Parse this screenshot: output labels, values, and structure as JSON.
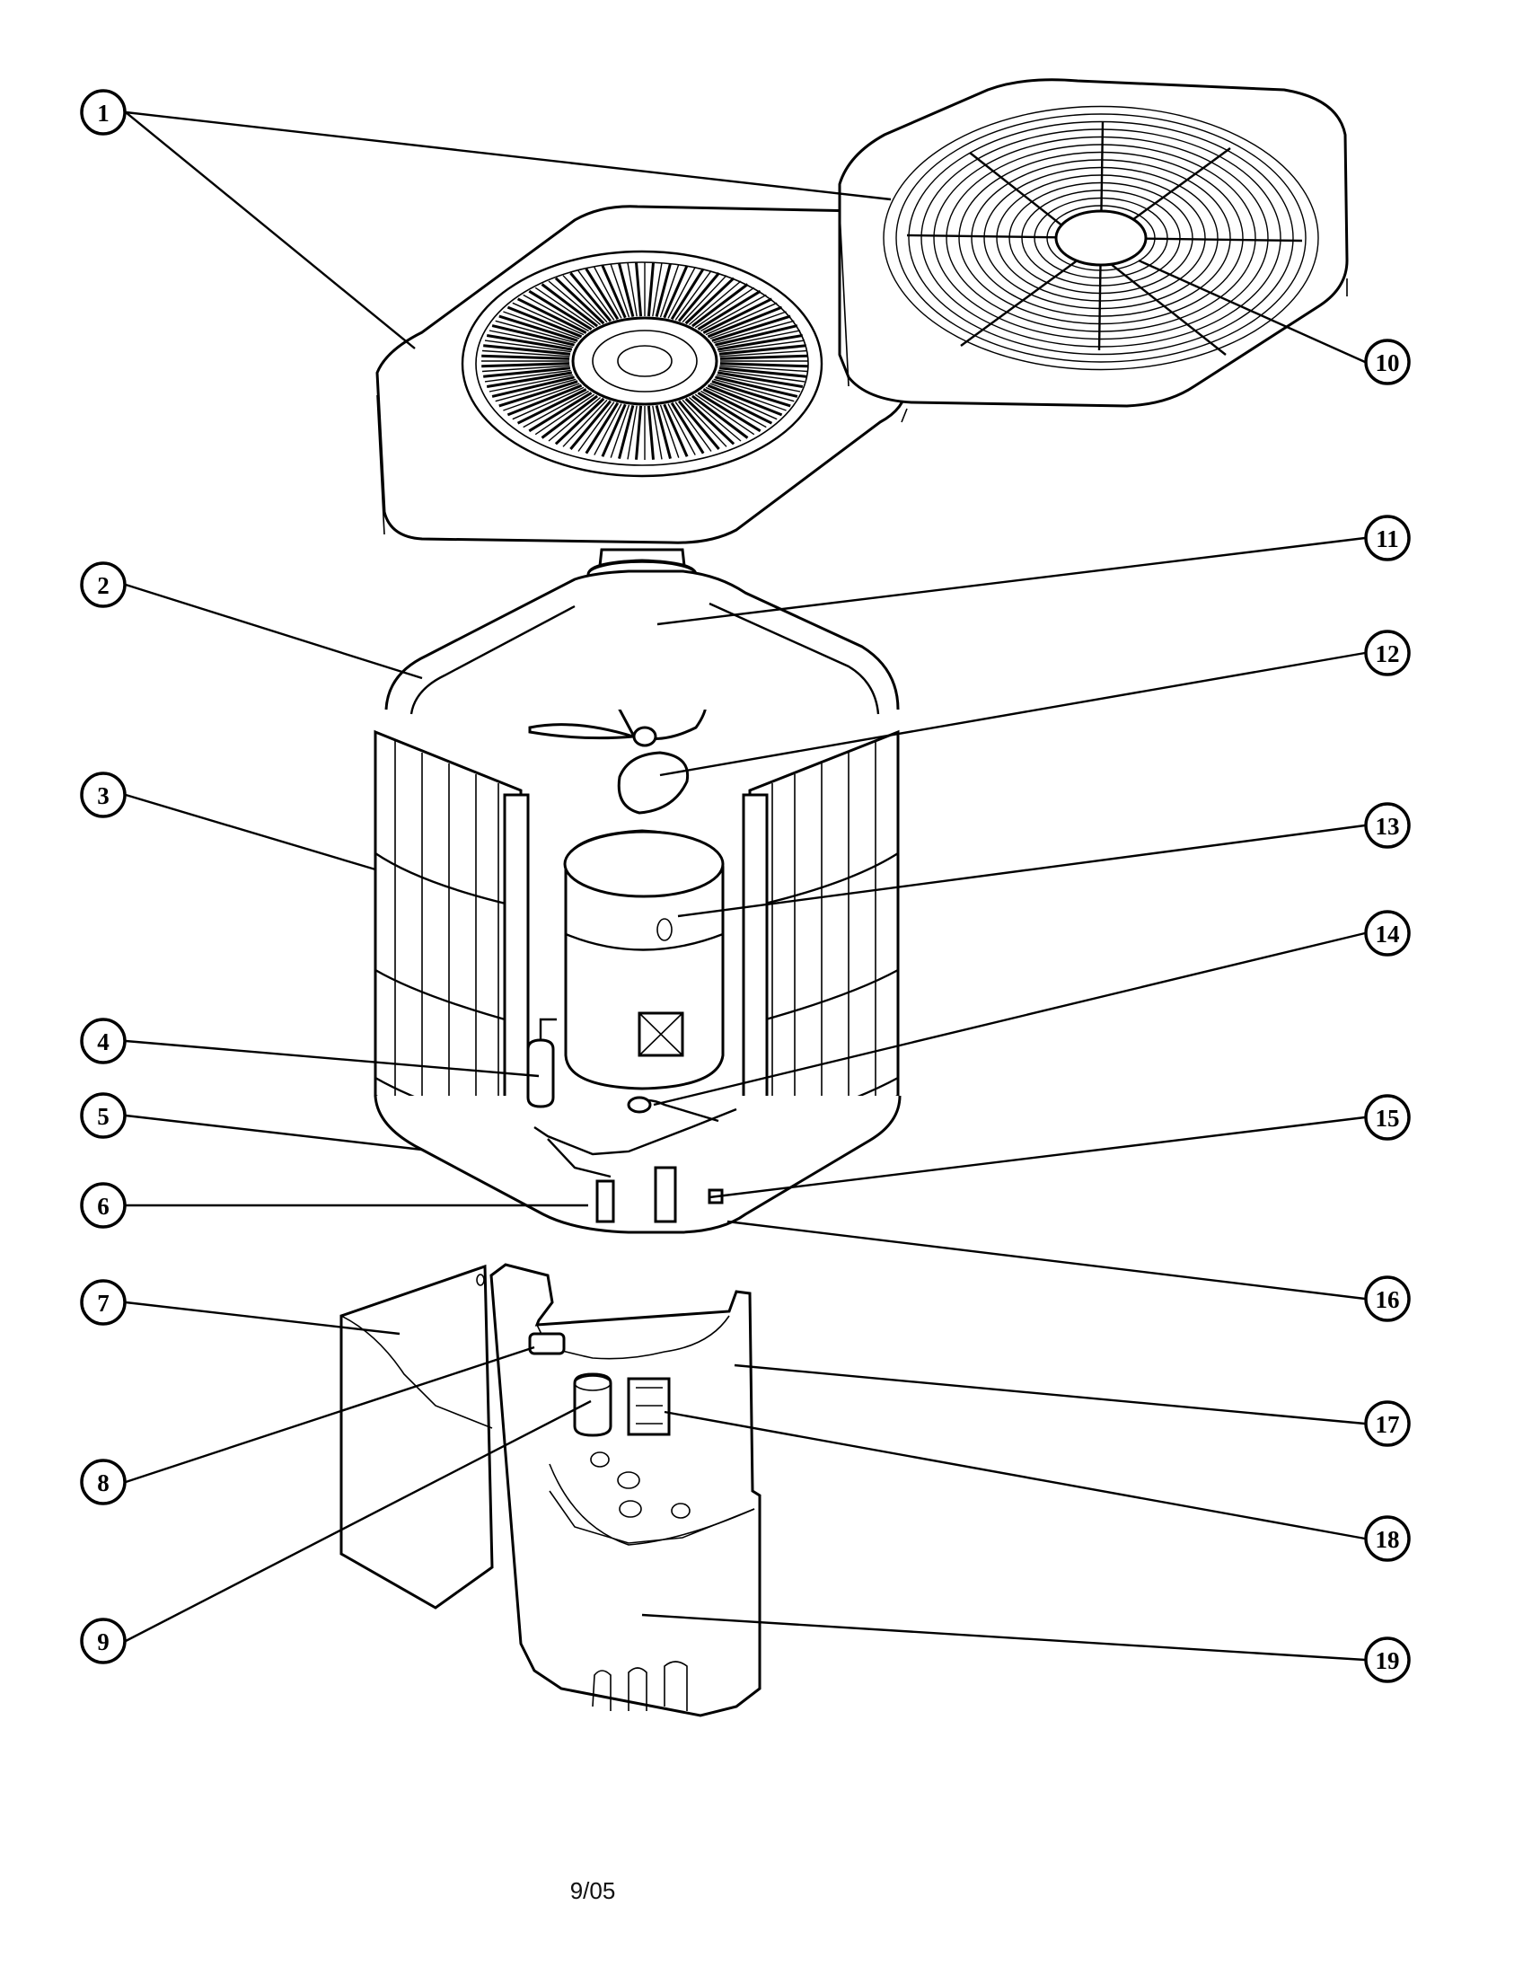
{
  "diagram": {
    "callouts": [
      {
        "label": "1"
      },
      {
        "label": "2"
      },
      {
        "label": "3"
      },
      {
        "label": "4"
      },
      {
        "label": "5"
      },
      {
        "label": "6"
      },
      {
        "label": "7"
      },
      {
        "label": "8"
      },
      {
        "label": "9"
      },
      {
        "label": "10"
      },
      {
        "label": "11"
      },
      {
        "label": "12"
      },
      {
        "label": "13"
      },
      {
        "label": "14"
      },
      {
        "label": "15"
      },
      {
        "label": "16"
      },
      {
        "label": "17"
      },
      {
        "label": "18"
      },
      {
        "label": "19"
      }
    ]
  },
  "footer": {
    "date": "9/05"
  }
}
